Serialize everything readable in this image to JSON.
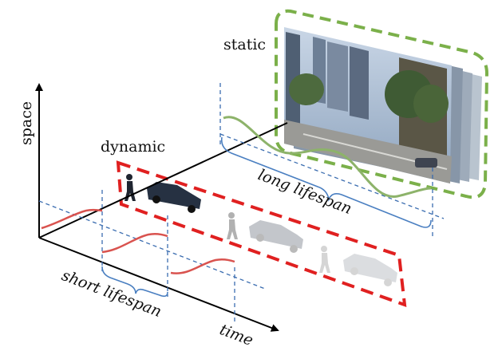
{
  "labels": {
    "space_axis": "space",
    "time_axis": "time",
    "static": "static",
    "dynamic": "dynamic",
    "long_lifespan": "long lifespan",
    "short_lifespan": "short lifespan"
  },
  "colors": {
    "static_frame": "#7bb04a",
    "static_wave": "#8db36a",
    "dynamic_frame": "#e02020",
    "dynamic_wave": "#d9534f",
    "guide_lines": "#3b6db0",
    "brace": "#4a7fc1",
    "axis": "#000000"
  }
}
